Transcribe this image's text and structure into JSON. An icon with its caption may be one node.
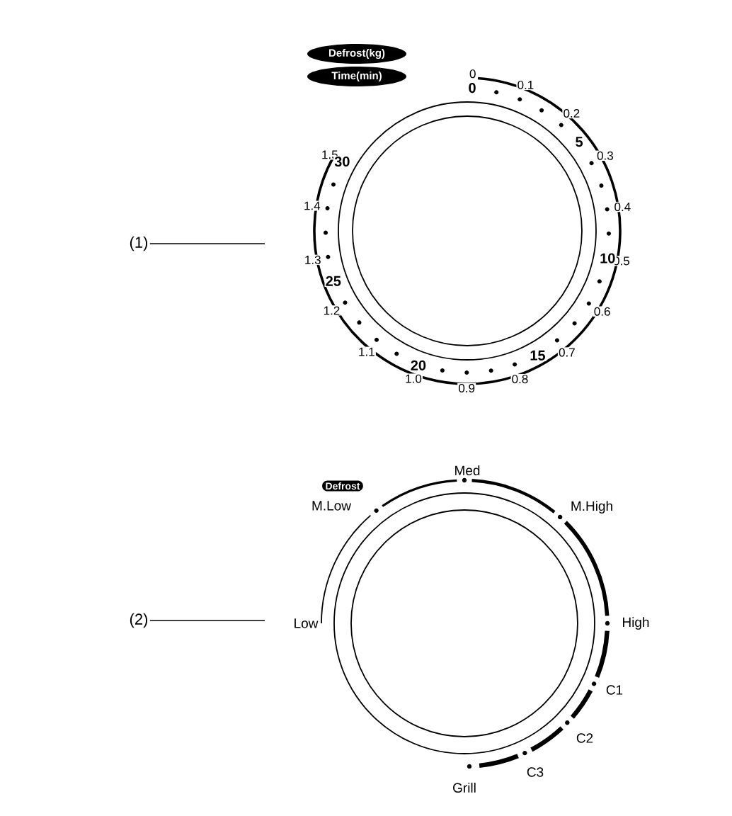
{
  "diagram": {
    "nodes": [
      {
        "text": [
          "Defrost(kg)"
        ]
      },
      {
        "text": [
          "Time(min)"
        ]
      },
      {
        "text": [
          "(1)"
        ]
      },
      {
        "text": [
          "Defrost"
        ]
      },
      {
        "text": [
          "(2)"
        ]
      }
    ],
    "edges": [
      {
        "from": 2,
        "to": null,
        "arrow": "none"
      },
      {
        "from": 4,
        "to": null,
        "arrow": "none"
      }
    ],
    "labels": [
      "0",
      "0.1",
      "0.2",
      "0.3",
      "0.4",
      "0.5",
      "0.6",
      "0.7",
      "0.8",
      "0.9",
      "1.0",
      "1.1",
      "1.2",
      "1.3",
      "1.4",
      "1.5",
      "0",
      "5",
      "10",
      "15",
      "20",
      "25",
      "30",
      "Med",
      "M.Low",
      "M.High",
      "Low",
      "High",
      "C1",
      "C2",
      "C3",
      "Grill"
    ]
  }
}
